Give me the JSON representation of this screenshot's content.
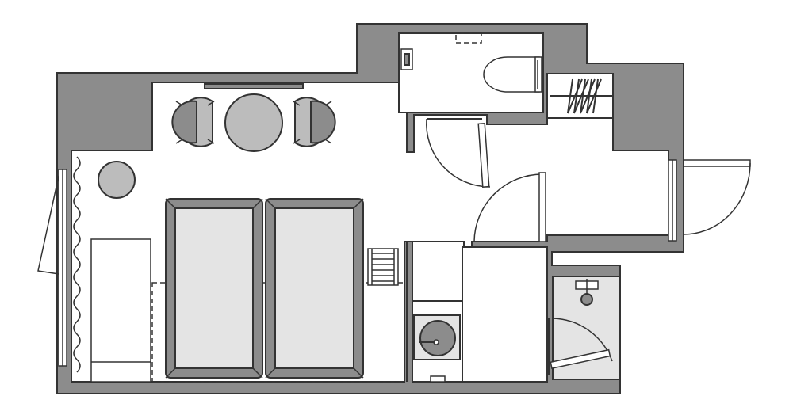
{
  "floor_plan": {
    "rooms": [
      "bedroom",
      "toilet",
      "closet",
      "entrance",
      "washroom",
      "shower-room"
    ],
    "furniture": [
      "twin-bed-left",
      "twin-bed-right",
      "round-table",
      "chair-left",
      "chair-right",
      "round-side-table",
      "desk",
      "luggage-rack",
      "wash-basin"
    ],
    "colors": {
      "wall": "#8c8c8c",
      "furniture": "#bcbcbc",
      "floor": "#ffffff",
      "outline": "#333333",
      "light_fill": "#e4e4e4"
    }
  }
}
